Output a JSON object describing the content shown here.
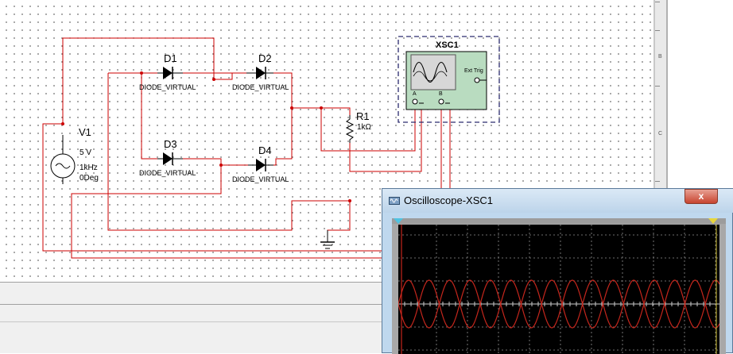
{
  "schematic": {
    "source": {
      "ref": "V1",
      "value": "5 V",
      "freq": "1kHz",
      "phase": "0Deg"
    },
    "diodes": [
      {
        "ref": "D1",
        "model": "DIODE_VIRTUAL"
      },
      {
        "ref": "D2",
        "model": "DIODE_VIRTUAL"
      },
      {
        "ref": "D3",
        "model": "DIODE_VIRTUAL"
      },
      {
        "ref": "D4",
        "model": "DIODE_VIRTUAL"
      }
    ],
    "resistor": {
      "ref": "R1",
      "value": "1kΩ"
    },
    "scope": {
      "ref": "XSC1",
      "ext_trig": "Ext Trig",
      "channel_a": "A",
      "channel_b": "B"
    },
    "wire_color": "#cc0000"
  },
  "scope_window": {
    "title": "Oscilloscope-XSC1",
    "close_label": "x",
    "trace_color": "#c4261c",
    "screen_bg": "#000000",
    "grid_color": "#8f8f8f",
    "cursor_1_color": "#4fc3e0",
    "cursor_2_color": "#e8d63a"
  },
  "right_ruler": {
    "labels": [
      "B",
      "C"
    ]
  }
}
